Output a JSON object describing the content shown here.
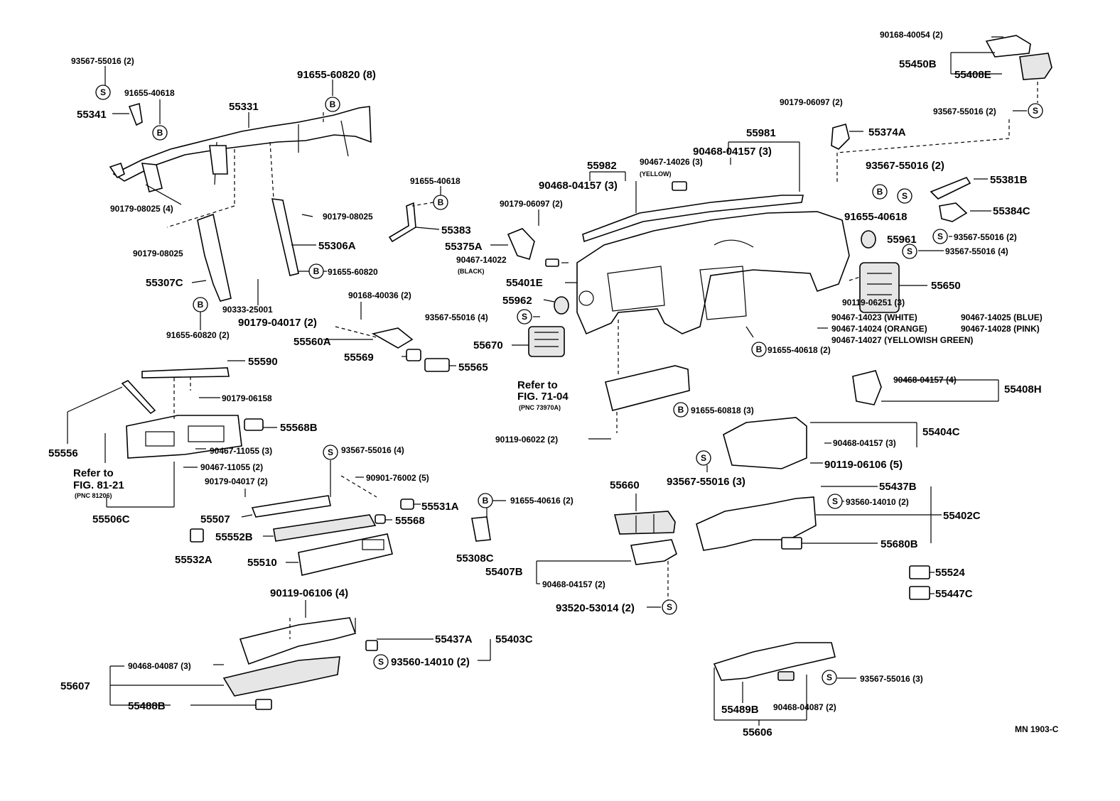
{
  "labels": {
    "p93567_55016_2_a": "93567-55016 (2)",
    "p91655_40618_a": "91655-40618",
    "p55341": "55341",
    "p91655_60820_8": "91655-60820 (8)",
    "p55331": "55331",
    "p90179_08025_4": "90179-08025 (4)",
    "p90179_08025_a": "90179-08025",
    "p90179_08025_b": "90179-08025",
    "p55306A": "55306A",
    "p55307C": "55307C",
    "p91655_60820_a": "91655-60820",
    "p90333_25001": "90333-25001",
    "p91655_60820_2": "91655-60820 (2)",
    "p90168_40036_2": "90168-40036 (2)",
    "p90179_04017_2_a": "90179-04017 (2)",
    "p55560A": "55560A",
    "p55569": "55569",
    "p55565": "55565",
    "p91655_40618_b": "91655-40618",
    "p55383": "55383",
    "p90179_06097_2_a": "90179-06097 (2)",
    "p55375A": "55375A",
    "p55982": "55982",
    "p90468_04157_3_a": "90468-04157 (3)",
    "p90467_14026_3": "90467-14026 (3)",
    "yellow": "(YELLOW)",
    "p90468_04157_3_b": "90468-04157 (3)",
    "p55981": "55981",
    "p90179_06097_2_b": "90179-06097 (2)",
    "p55374A": "55374A",
    "p90168_40054_2": "90168-40054 (2)",
    "p55450B": "55450B",
    "p55408E": "55408E",
    "p93567_55016_2_b": "93567-55016 (2)",
    "p93567_55016_2_c": "93567-55016 (2)",
    "p55381B": "55381B",
    "p55384C": "55384C",
    "p91655_40618_c": "91655-40618",
    "p55961": "55961",
    "p93567_55016_2_d": "93567-55016 (2)",
    "p93567_55016_4_a": "93567-55016 (4)",
    "p90467_14022": "90467-14022",
    "black": "(BLACK)",
    "p55401E": "55401E",
    "p55962": "55962",
    "p93567_55016_4_b": "93567-55016 (4)",
    "p55670": "55670",
    "p55650": "55650",
    "p90119_06251_3": "90119-06251 (3)",
    "p90467_14023": "90467-14023 (WHITE)",
    "p90467_14024": "90467-14024 (ORANGE)",
    "p90467_14027": "90467-14027 (YELLOWISH GREEN)",
    "p90467_14025": "90467-14025 (BLUE)",
    "p90467_14028": "90467-14028 (PINK)",
    "p91655_40618_2": "91655-40618 (2)",
    "p55590": "55590",
    "p90179_06158": "90179-06158",
    "p55556": "55556",
    "p55568B": "55568B",
    "refer1": "Refer to",
    "fig1": "FIG. 71-04",
    "pnc1": "(PNC 73970A)",
    "p91655_60818_3": "91655-60818 (3)",
    "p90119_06022_2": "90119-06022 (2)",
    "p90468_04157_4": "90468-04157 (4)",
    "p55408H": "55408H",
    "p55404C": "55404C",
    "p90468_04157_3_c": "90468-04157 (3)",
    "p93567_55016_3_a": "93567-55016 (3)",
    "p90119_06106_5": "90119-06106 (5)",
    "p90467_11055_3": "90467-11055 (3)",
    "p93567_55016_4_c": "93567-55016 (4)",
    "p90467_11055_2": "90467-11055 (2)",
    "refer2": "Refer to",
    "fig2": "FIG. 81-21",
    "pnc2": "(PNC 81206)",
    "p90901_76002_5": "90901-76002 (5)",
    "p90179_04017_2_b": "90179-04017 (2)",
    "p55506C": "55506C",
    "p55507": "55507",
    "p55531A": "55531A",
    "p91655_40616_2": "91655-40616 (2)",
    "p55660": "55660",
    "p55437B": "55437B",
    "p93560_14010_2_a": "93560-14010 (2)",
    "p55402C": "55402C",
    "p55552B": "55552B",
    "p55568": "55568",
    "p55532A": "55532A",
    "p55510": "55510",
    "p55308C": "55308C",
    "p55407B": "55407B",
    "p90468_04157_2": "90468-04157 (2)",
    "p55680B": "55680B",
    "p55524": "55524",
    "p55447C": "55447C",
    "p93520_53014_2": "93520-53014 (2)",
    "p90119_06106_4": "90119-06106 (4)",
    "p55437A": "55437A",
    "p55403C": "55403C",
    "p93560_14010_2_b": "93560-14010 (2)",
    "p90468_04087_3": "90468-04087 (3)",
    "p55607": "55607",
    "p55488B": "55488B",
    "p93567_55016_3_b": "93567-55016 (3)",
    "p55489B": "55489B",
    "p90468_04087_2": "90468-04087 (2)",
    "p55606": "55606",
    "mn": "MN 1903-C"
  },
  "symbols": {
    "s": "S",
    "b": "B"
  }
}
